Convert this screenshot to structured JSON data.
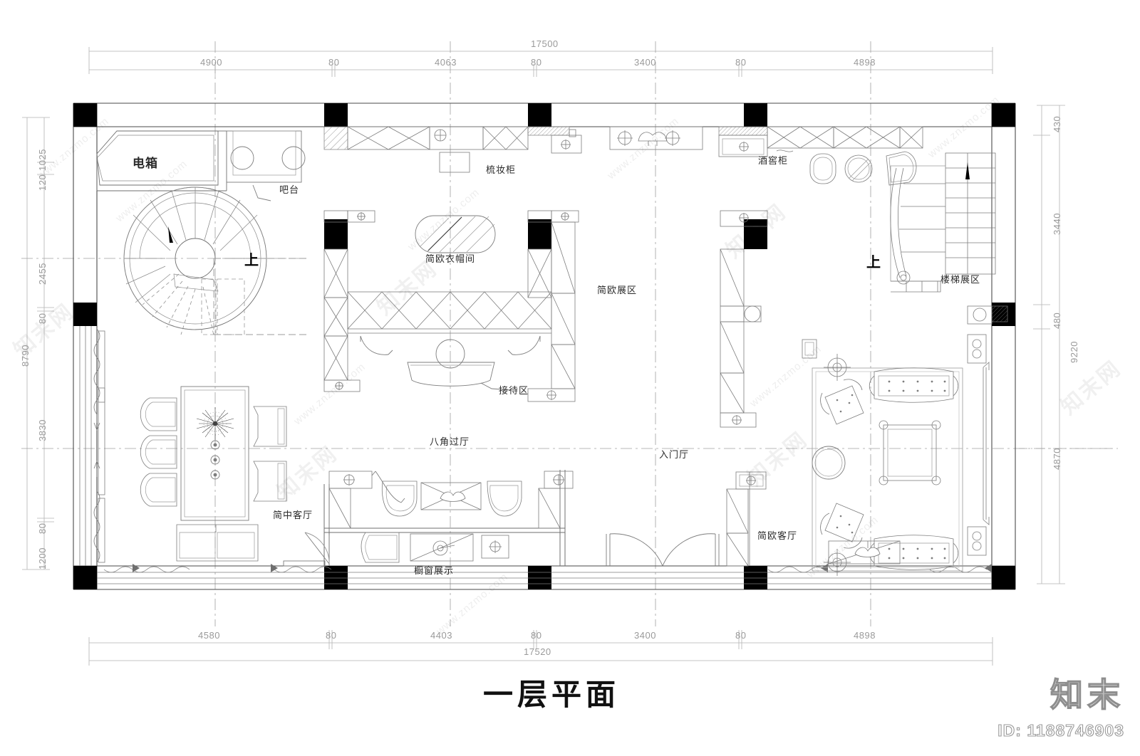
{
  "drawing": {
    "title": "一层平面",
    "sheet_kind": "architectural-floor-plan"
  },
  "brand": {
    "logo_text": "知末",
    "id_text": "ID: 1188746903",
    "watermark_url": "www.znzmo.com",
    "watermark_cn": "知末网"
  },
  "dimensions": {
    "top_total": "17500",
    "top_chain": [
      "4900",
      "80",
      "4063",
      "80",
      "3400",
      "80",
      "4898"
    ],
    "bottom_total": "17520",
    "bottom_chain": [
      "4580",
      "80",
      "4403",
      "80",
      "3400",
      "80",
      "4898"
    ],
    "left_total": "8790",
    "left_chain": [
      "1025",
      "120",
      "2455",
      "80",
      "3830",
      "80",
      "1200"
    ],
    "right_total": "9220",
    "right_chain": [
      "430",
      "3440",
      "480",
      "4870"
    ]
  },
  "labels": {
    "electrical_box": "电箱",
    "bar_counter": "吧台",
    "dressing_cabinet": "梳妆柜",
    "wine_cabinet": "酒窖柜",
    "cloakroom": "简欧衣帽间",
    "euro_display_zone": "简欧展区",
    "stair_display_zone": "楼梯展区",
    "reception_zone": "接待区",
    "octagon_hall": "八角过厅",
    "entry_hall": "入门厅",
    "chinese_living": "简中客厅",
    "euro_living": "简欧客厅",
    "window_display": "橱窗展示",
    "up_left": "上",
    "up_right": "上"
  },
  "colors": {
    "line": "#6f6f6f",
    "line_light": "#9e9e9e",
    "column_fill": "#000000",
    "dim_text": "#9a9a9a",
    "label_text": "#2b2b2b",
    "background": "#ffffff"
  }
}
